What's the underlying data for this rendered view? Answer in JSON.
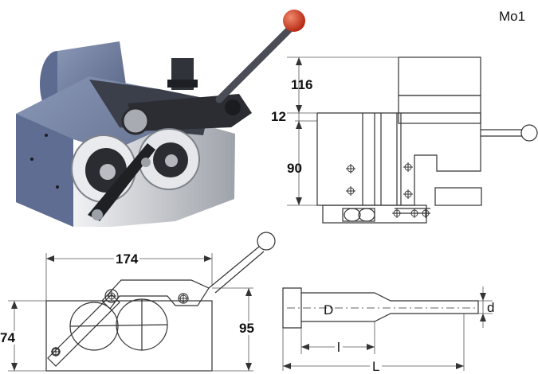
{
  "corner_text": "Mo1",
  "side_view": {
    "dim_top": "116",
    "dim_gap": "12",
    "dim_body": "90"
  },
  "front_view": {
    "dim_width": "174",
    "dim_left_height": "74",
    "dim_right_height": "95"
  },
  "terminal": {
    "label_big_dia": "D",
    "label_small_dia": "d",
    "label_inner_len": "l",
    "label_total_len": "L"
  },
  "colors": {
    "machine_body": "#6f7fa4",
    "machine_dark": "#26272d",
    "steel": "#c9cdd2",
    "handle_knob": "#d4341a"
  }
}
